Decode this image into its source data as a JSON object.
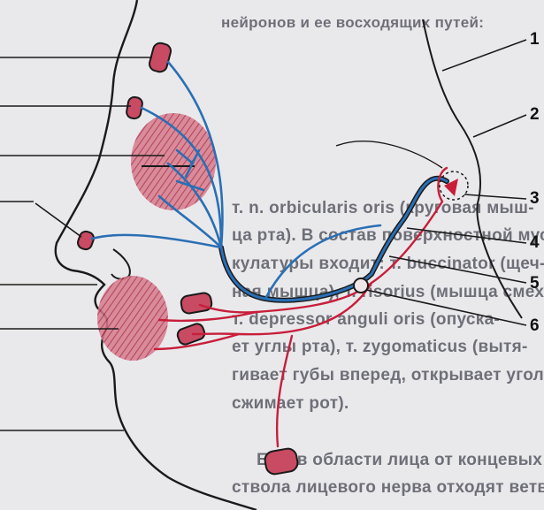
{
  "callouts": [
    "1",
    "2",
    "3",
    "4",
    "5",
    "6"
  ],
  "background_text": [
    "нейронов и ее восходящих путей:",
    "т. n. orbicularis oris (круговая мыш-",
    "ца рта). В состав поверхностной мус-",
    "кулатуры входит: т. buccinator (щеч-",
    "ная мышца), т. risorius (мышца смеха),",
    "т. depressor anguli oris (опуска-",
    "ет углы рта), т. zygomaticus (вытя-",
    "гивает губы вперед, открывает угол",
    "сжимает рот).",
    "Еще в области лица от концевых",
    "ствола лицевого нерва отходят ветв-"
  ],
  "colors": {
    "motor_nerve": "#2a6fb4",
    "sensory_nerve": "#c81e3a",
    "muscle": "#b8364f",
    "outline": "#1a1a1a"
  }
}
